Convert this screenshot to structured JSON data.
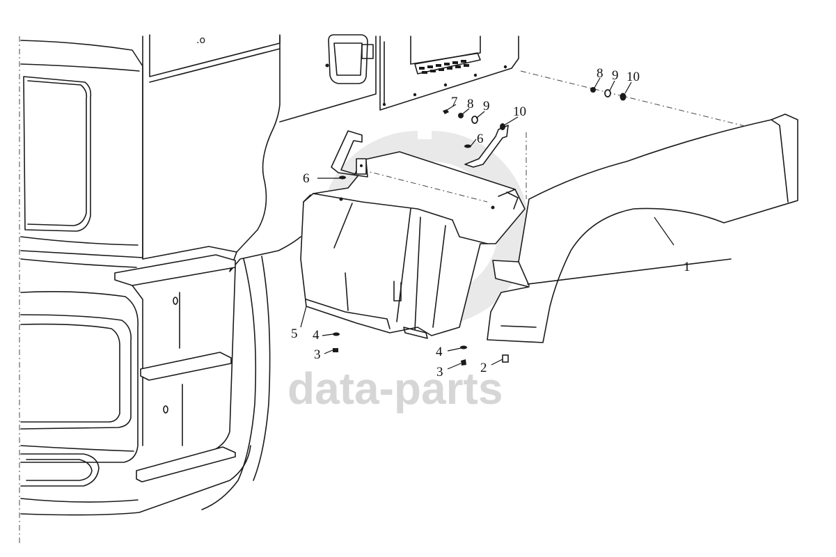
{
  "watermark": {
    "text": "data-parts"
  },
  "callouts": {
    "c1": "1",
    "c2": "2",
    "c3a": "3",
    "c3b": "3",
    "c4a": "4",
    "c4b": "4",
    "c5": "5",
    "c6a": "6",
    "c6b": "6",
    "c7": "7",
    "c8a": "8",
    "c8b": "8",
    "c9a": "9",
    "c9b": "9",
    "c10a": "10",
    "c10b": "10"
  }
}
